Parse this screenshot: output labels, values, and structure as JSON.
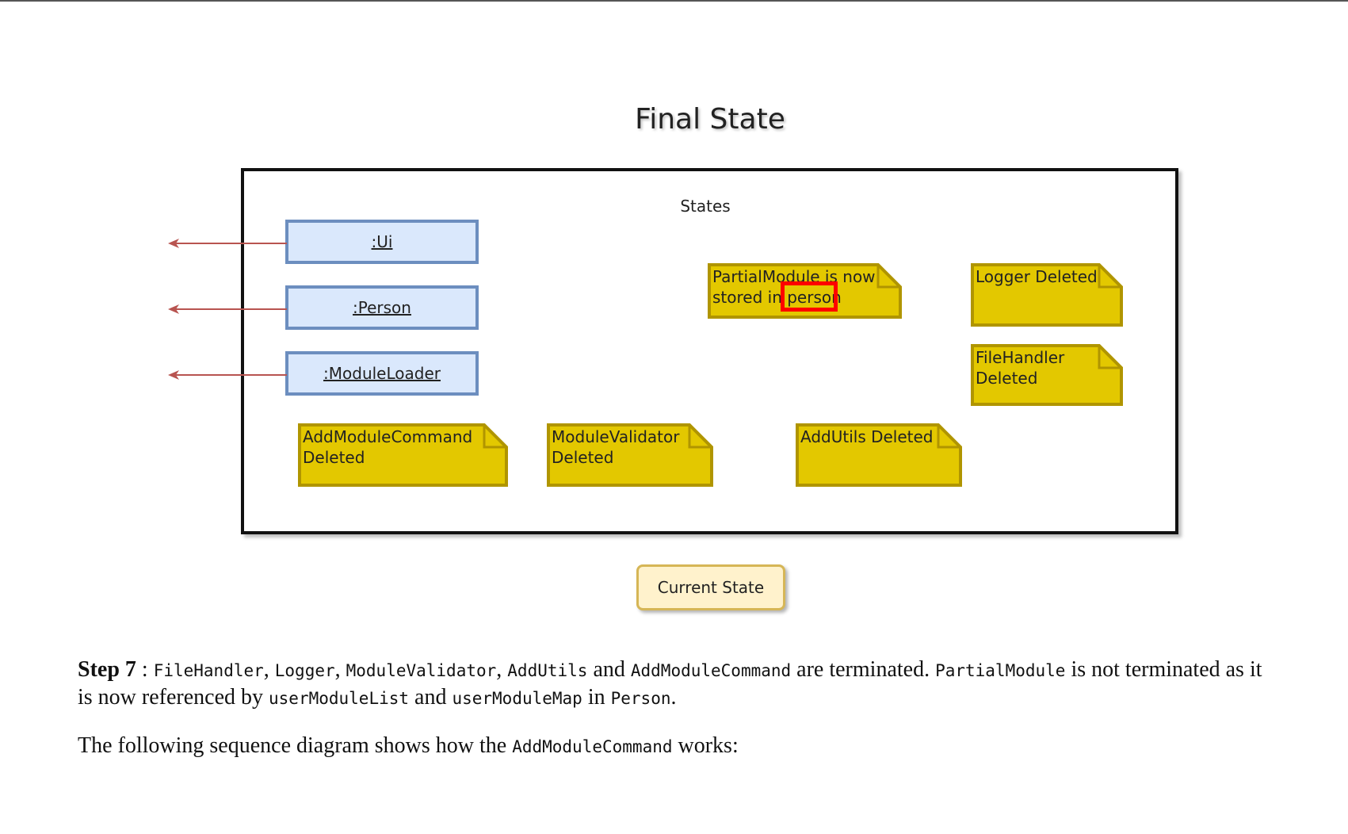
{
  "diagram": {
    "title": "Final State",
    "frame_label": "States",
    "objects": [
      ":Ui",
      ":Person",
      ":ModuleLoader"
    ],
    "notes": {
      "partial_module": [
        "PartialModule is now",
        "stored in person"
      ],
      "logger": [
        "Logger Deleted"
      ],
      "filehandler": [
        "FileHandler",
        "Deleted"
      ],
      "addmodulecommand": [
        "AddModuleCommand",
        "Deleted"
      ],
      "modulevalidator": [
        "ModuleValidator",
        "Deleted"
      ],
      "addutils": [
        "AddUtils Deleted"
      ]
    },
    "current_state_label": "Current State",
    "colors": {
      "object_fill": "#dae8fc",
      "object_border": "#6c8ebf",
      "note_fill": "#e3c800",
      "note_border": "#b09500",
      "arrow": "#b85450",
      "highlight": "#ff0000",
      "current_state_fill": "#fff2cc"
    }
  },
  "text": {
    "step_label": "Step 7",
    "p1": {
      "sep1": " : ",
      "c1": "FileHandler",
      "s1": ", ",
      "c2": "Logger",
      "s2": ", ",
      "c3": "ModuleValidator",
      "s3": ", ",
      "c4": "AddUtils",
      "s4": " and ",
      "c5": "AddModuleCommand",
      "s5": " are terminated. ",
      "c6": "PartialModule",
      "s6": " is not terminated as it is now referenced by ",
      "c7": "userModuleList",
      "s7": " and ",
      "c8": "userModuleMap",
      "s8": " in ",
      "c9": "Person",
      "s9": "."
    },
    "p2": {
      "s1": "The following sequence diagram shows how the ",
      "c1": "AddModuleCommand",
      "s2": " works:"
    }
  }
}
